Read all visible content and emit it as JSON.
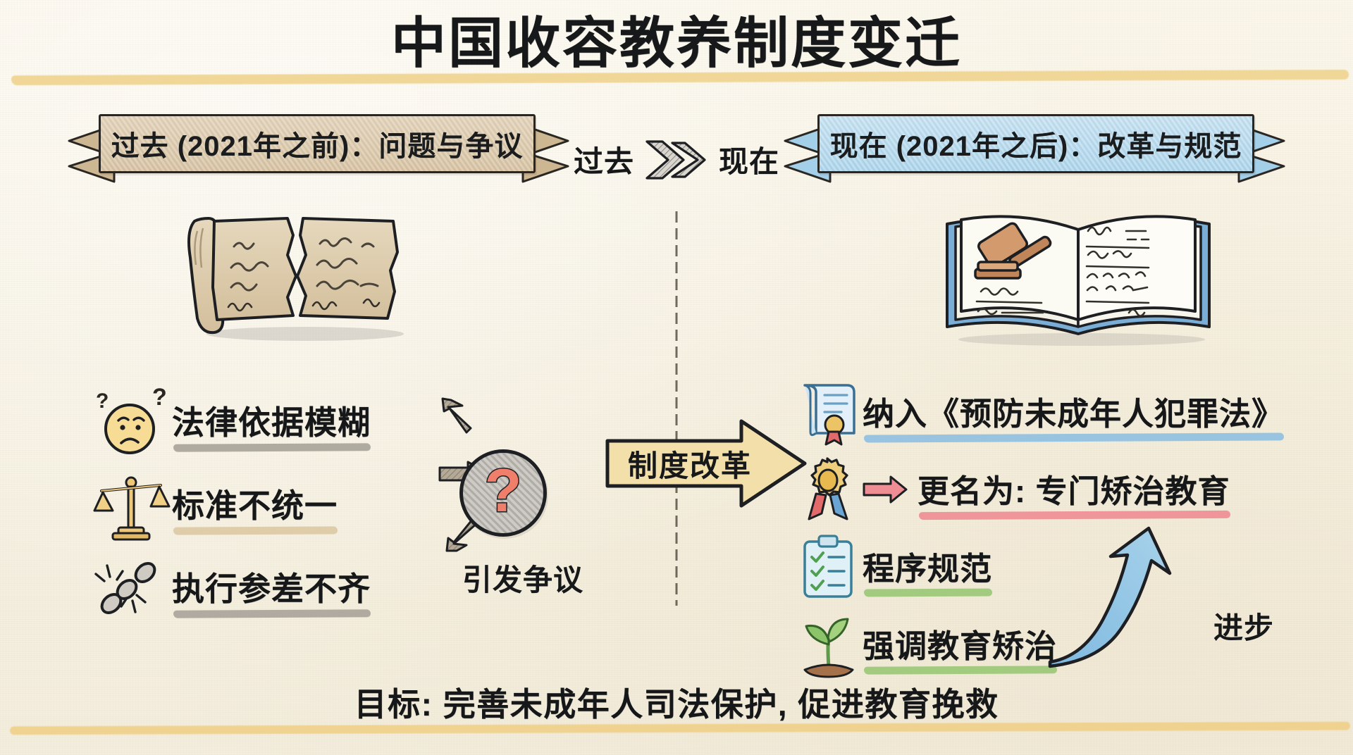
{
  "page": {
    "title": "中国收容教养制度变迁",
    "background_color": "#f7f3e6",
    "title_underline_color": "#f0d591"
  },
  "transition": {
    "from_label": "过去",
    "to_label": "现在",
    "arrow_icon": "double-chevron-right-icon"
  },
  "past_section": {
    "banner_label": "过去 (2021年之前)：问题与争议",
    "banner_color": "#d8c4a4",
    "illustration": "torn-scroll-icon",
    "items": [
      {
        "label": "法律依据模糊",
        "icon": "confused-face-icon",
        "underline_color": "#a9a49a"
      },
      {
        "label": "标准不统一",
        "icon": "balance-scales-icon",
        "underline_color": "#ddc9a4"
      },
      {
        "label": "执行参差不齐",
        "icon": "broken-chain-icon",
        "underline_color": "#a9a49a"
      }
    ],
    "badge": {
      "symbol": "?",
      "symbol_color": "#ef7f6b",
      "circle_color": "#bdb9b2",
      "caption": "引发争议"
    }
  },
  "reform": {
    "label": "制度改革",
    "arrow_color": "#f3dfaa",
    "arrow_icon": "right-arrow-icon"
  },
  "now_section": {
    "banner_label": "现在 (2021年之后)：改革与规范",
    "banner_color": "#aed6ec",
    "illustration": "open-law-book-with-gavel-icon",
    "items": [
      {
        "label": "纳入《预防未成年人犯罪法》",
        "icon": "certificate-scroll-icon",
        "underline_color": "#8fc0e2",
        "prefix_arrow": ""
      },
      {
        "label": "更名为: 专门矫治教育",
        "icon": "award-medal-icon",
        "underline_color": "#ef8d94",
        "prefix_arrow": "⇒"
      },
      {
        "label": "程序规范",
        "icon": "clipboard-check-icon",
        "underline_color": "#9bc877",
        "prefix_arrow": ""
      },
      {
        "label": "强调教育矫治",
        "icon": "seedling-icon",
        "underline_color": "#9bc877",
        "prefix_arrow": ""
      }
    ],
    "progress": {
      "label": "进步",
      "arrow_color": "#8fc2e4",
      "arrow_icon": "curved-up-arrow-icon"
    }
  },
  "footer": {
    "text": "目标: 完善未成年人司法保护, 促进教育挽救",
    "underline_color": "#f0d18a"
  }
}
